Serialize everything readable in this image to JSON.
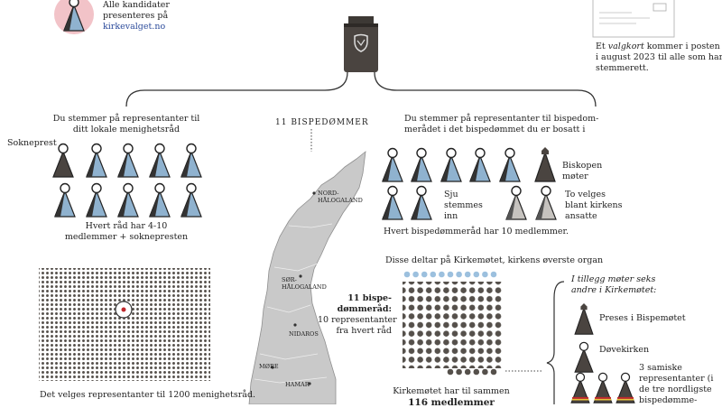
{
  "top_left": {
    "line1": "Alle kandidater",
    "line2": "presenteres på",
    "link": "kirkevalget.no"
  },
  "top_right": {
    "line1_pre": "Et ",
    "line1_em": "valgkort",
    "line1_post": " kommer i posten",
    "line2": "i august 2023 til alle som har",
    "line3": "stemmerett."
  },
  "left": {
    "heading1": "Du stemmer på representanter til",
    "heading2": "ditt lokale menighetsråd",
    "soknеprest_label": "Sokneprest",
    "council1": "Hvert råd har 4-10",
    "council2": "medlemmer + soknepresten",
    "bottom": "Det velges representanter til 1200 menighetsråd."
  },
  "center": {
    "title": "11 BISPEDØMMER",
    "regions": [
      "NORD-",
      "HÅLOGALAND",
      "SØR-",
      "HÅLOGALAND",
      "NIDAROS",
      "MØRE",
      "HAMAR"
    ]
  },
  "right": {
    "heading1": "Du stemmer på representanter til bispedom-",
    "heading2": "merådet i det bispedømmet du er bosatt i",
    "bishop1": "Biskopen",
    "bishop2": "møter",
    "seven1": "Sju",
    "seven2": "stemmes",
    "seven3": "inn",
    "two1": "To velges",
    "two2": "blant kirkens",
    "two3": "ansatte",
    "council_members": "Hvert bispedømmeråd har 10 medlemmer.",
    "kirkemotet": "Disse deltar på Kirkemøtet, kirkens øverste organ",
    "eleven1": "11 bispe-",
    "eleven2": "dømmeråd:",
    "eleven3": "10 representanter",
    "eleven4": "fra hvert råd",
    "total1": "Kirkemøtet har til sammen",
    "total2": "116 medlemmer"
  },
  "far_right": {
    "extra1": "I tillegg møter seks",
    "extra2": "andre i Kirkemøtet:",
    "preses": "Preses i Bispemøtet",
    "dove": "Døvekirken",
    "sami1": "3 samiske",
    "sami2": "representanter (i",
    "sami3": "de tre nordligste",
    "sami4": "bispedømme-"
  },
  "colors": {
    "dark": "#4a4440",
    "blue": "#8fb2cf",
    "grey": "#b9b6b2",
    "pink": "#f2c3c8",
    "dot": "#55504b",
    "lightblue": "#9cc0de",
    "red": "#c0282c",
    "map": "#c9c9c9"
  }
}
